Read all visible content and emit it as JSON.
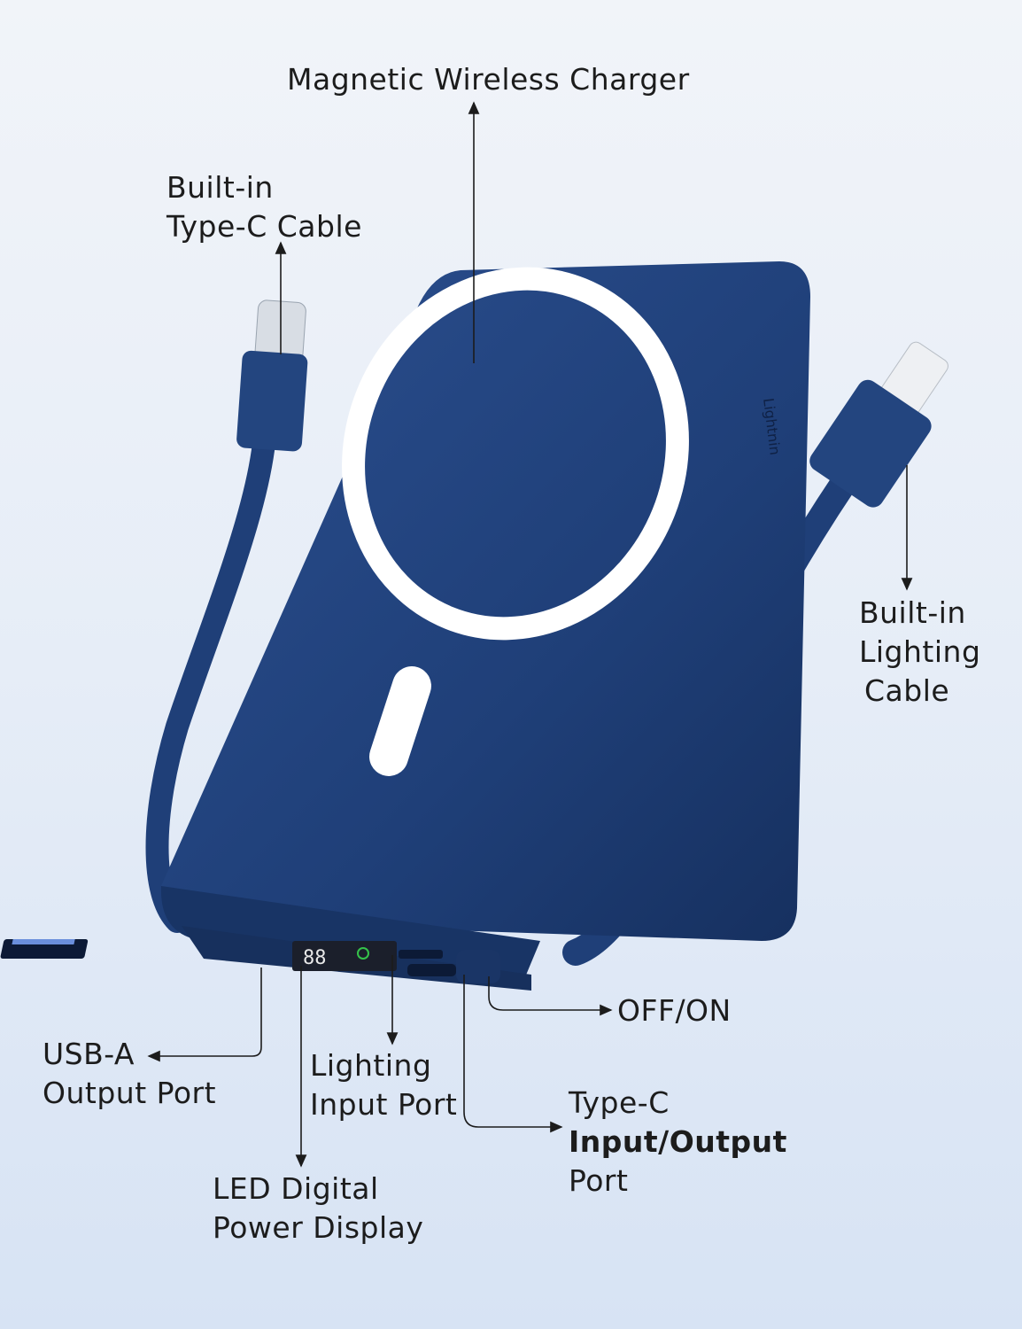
{
  "labels": {
    "magnetic": "Magnetic Wireless Charger",
    "typec_cable": [
      "Built-in",
      "Type-C Cable"
    ],
    "lightning_cable": [
      "Built-in",
      "Lighting",
      "Cable"
    ],
    "off_on": "OFF/ON",
    "usba": [
      "USB-A",
      "Output Port"
    ],
    "lightning_input": [
      "Lighting",
      "Input Port"
    ],
    "typec_port": [
      "Type-C",
      "Input/Output",
      "Port"
    ],
    "led": [
      "LED Digital",
      "Power Display"
    ]
  },
  "device": {
    "body_color": "#1f3f78",
    "ring_color": "#ffffff",
    "engraving": "Lightnin"
  },
  "colors": {
    "background_top": "#f1f4f9",
    "background_bottom": "#d7e3f4",
    "leader_line": "#1c1c1c"
  }
}
